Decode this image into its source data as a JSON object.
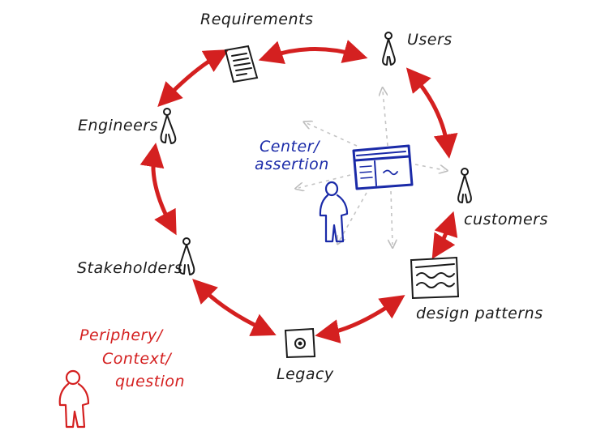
{
  "nodes": {
    "requirements": "Requirements",
    "users": "Users",
    "engineers": "Engineers",
    "customers": "customers",
    "stakeholders": "Stakeholders",
    "design_patterns": "design patterns",
    "legacy": "Legacy"
  },
  "center": {
    "line1": "Center/",
    "line2": "assertion"
  },
  "periphery": {
    "line1": "Periphery/",
    "line2": "Context/",
    "line3": "question"
  },
  "colors": {
    "cycle_arrow": "#d42020",
    "ink": "#1a1a1a",
    "center_ink": "#1a2aa8",
    "rays": "#c4c4c4"
  }
}
